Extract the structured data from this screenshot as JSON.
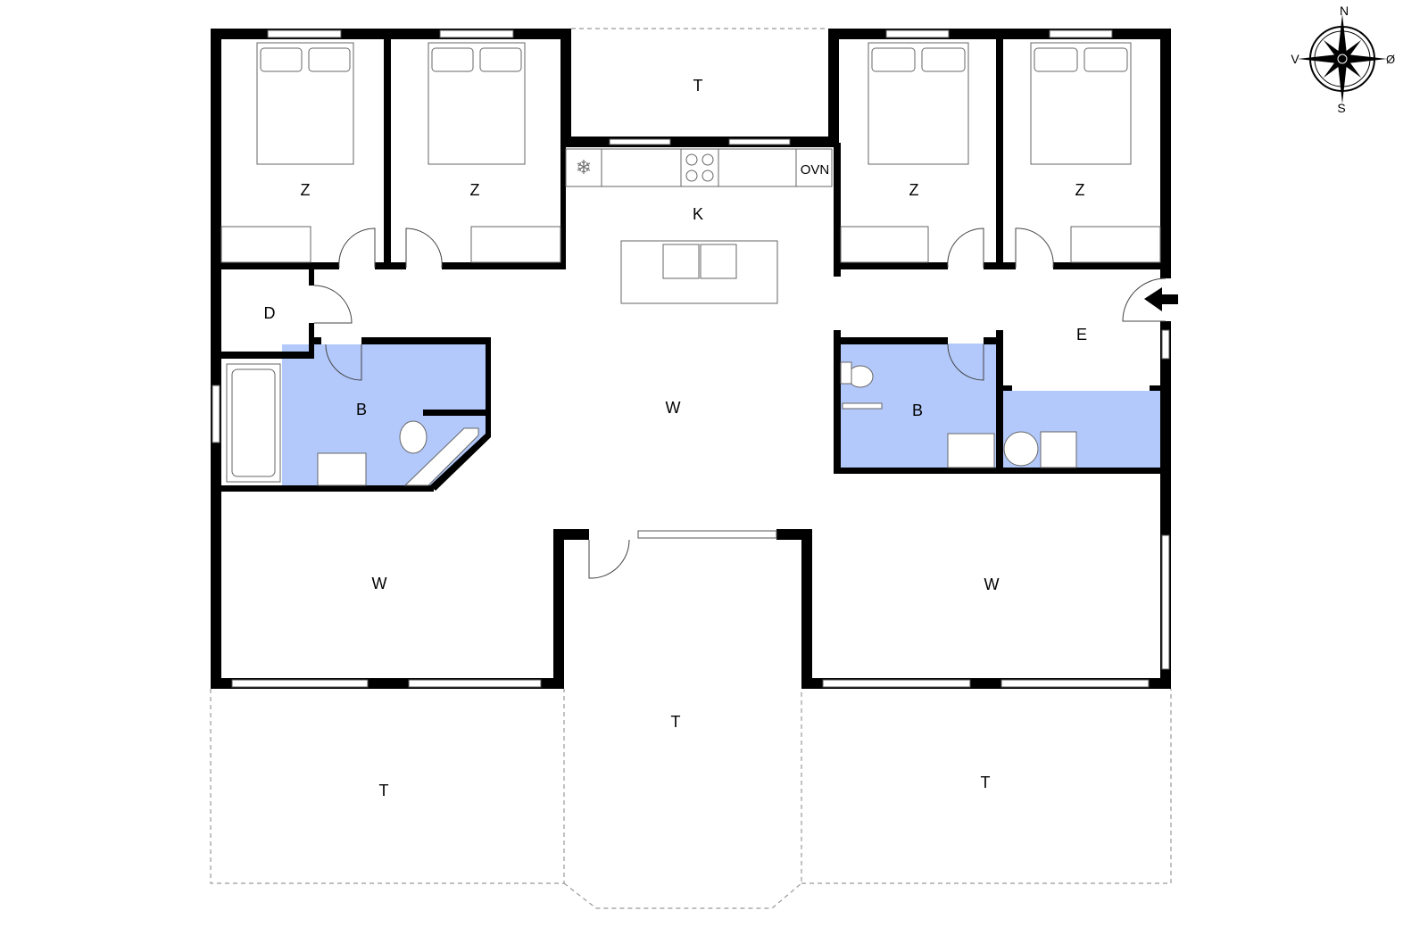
{
  "rooms": {
    "terrace_top": "T",
    "bedroom_1": "Z",
    "bedroom_2": "Z",
    "bedroom_3": "Z",
    "bedroom_4": "Z",
    "kitchen": "K",
    "oven": "OVN",
    "closet": "D",
    "bathroom_left": "B",
    "bathroom_right": "B",
    "living_center": "W",
    "living_left": "W",
    "living_right": "W",
    "entrance": "E",
    "terrace_center": "T",
    "terrace_left": "T",
    "terrace_right": "T"
  },
  "compass": {
    "north": "N",
    "south": "S",
    "west": "V",
    "east": "Ø"
  },
  "colors": {
    "wet_room": "#b3c9fb",
    "wall": "#000000"
  }
}
